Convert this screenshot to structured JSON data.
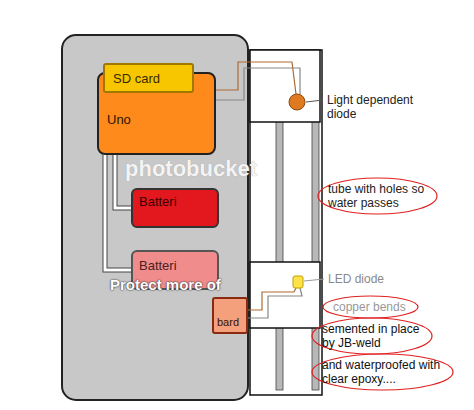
{
  "diagram": {
    "nodes": [
      {
        "text": [
          "SD card"
        ]
      },
      {
        "text": [
          "Uno"
        ]
      },
      {
        "text": [
          "Batteri"
        ]
      },
      {
        "text": [
          "Batteri"
        ]
      },
      {
        "text": [
          "bard"
        ]
      }
    ],
    "edges": [
      {
        "from": 2,
        "to": 1,
        "arrow": "none"
      },
      {
        "from": 3,
        "to": 1,
        "arrow": "none"
      }
    ],
    "labels": [
      "Light dependent diode",
      "tube with holes so water passes",
      "LED diode",
      "copper bends",
      "semented in place by JB-weld",
      "and waterproofed with clear epoxy....",
      "photobucket",
      "Protect more of"
    ]
  }
}
